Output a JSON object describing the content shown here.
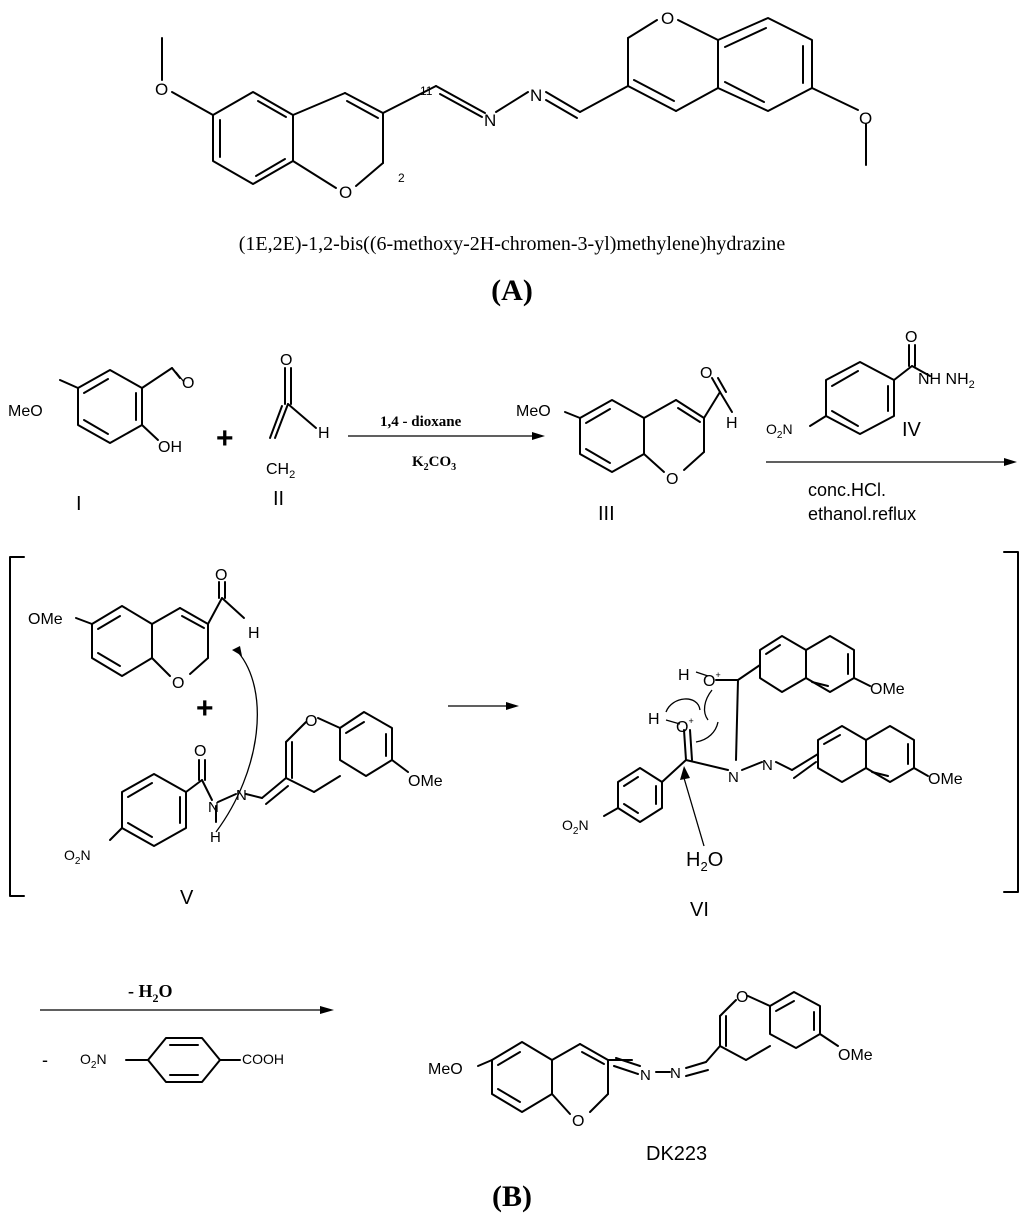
{
  "panel_a": {
    "label": "A",
    "compound_name": "(1E,2E)-1,2-bis((6-methoxy-2H-chromen-3-yl)methylene)hydrazine",
    "atom_o": "O",
    "atom_n": "N",
    "locant_11": "11",
    "locant_2": "2"
  },
  "panel_b": {
    "label": "B",
    "compound_i": "I",
    "compound_ii": "II",
    "compound_iii": "III",
    "compound_iv": "IV",
    "compound_v": "V",
    "compound_vi": "VI",
    "product": "DK223",
    "plus": "+",
    "minus": "-",
    "meo": "MeO",
    "ome": "OMe",
    "oh": "OH",
    "o": "O",
    "h": "H",
    "ch2": "CH2",
    "nhnh2": "NH NH2",
    "no2": "O2N",
    "h2o": "H2O",
    "cooh": "COOH",
    "n": "N",
    "step1_reagent_top": "1,4 -  dioxane",
    "step1_reagent_bottom": "K2CO3",
    "step2_reagent_1": "conc.HCl.",
    "step2_reagent_2": "ethanol.reflux",
    "step3_reagent": "- H2O"
  }
}
